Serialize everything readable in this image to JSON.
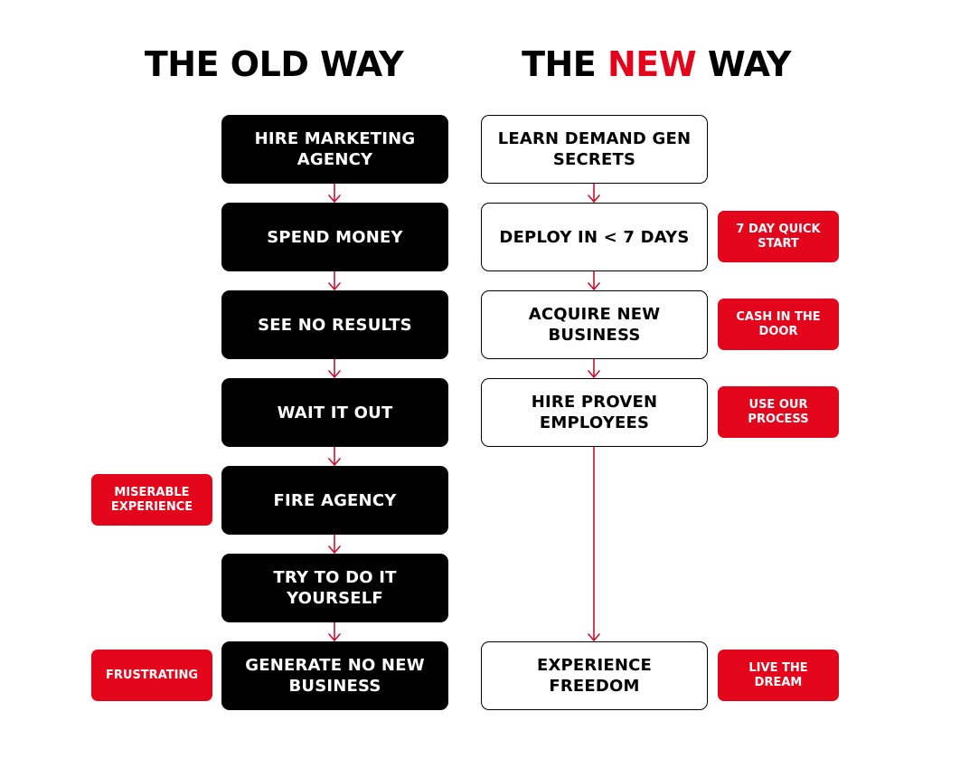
{
  "headings": {
    "old": {
      "text": "THE OLD WAY"
    },
    "new": {
      "prefix": "THE ",
      "accent": "NEW",
      "suffix": " WAY"
    }
  },
  "old_way": {
    "steps": [
      "HIRE MARKETING AGENCY",
      "SPEND MONEY",
      "SEE NO RESULTS",
      "WAIT IT OUT",
      "FIRE AGENCY",
      "TRY TO DO IT YOURSELF",
      "GENERATE NO NEW BUSINESS"
    ],
    "tags": {
      "fire_agency": "MISERABLE EXPERIENCE",
      "generate_no_new_business": "FRUSTRATING"
    }
  },
  "new_way": {
    "steps": [
      "LEARN DEMAND GEN SECRETS",
      "DEPLOY IN < 7 DAYS",
      "ACQUIRE NEW BUSINESS",
      "HIRE PROVEN EMPLOYEES",
      "EXPERIENCE FREEDOM"
    ],
    "tags": {
      "deploy": "7 DAY QUICK START",
      "acquire": "CASH IN THE DOOR",
      "hire": "USE OUR PROCESS",
      "freedom": "LIVE THE DREAM"
    }
  },
  "colors": {
    "accent": "#e3051b",
    "dark_box": "#000000",
    "light_box": "#ffffff",
    "connector": "#c8102e"
  }
}
